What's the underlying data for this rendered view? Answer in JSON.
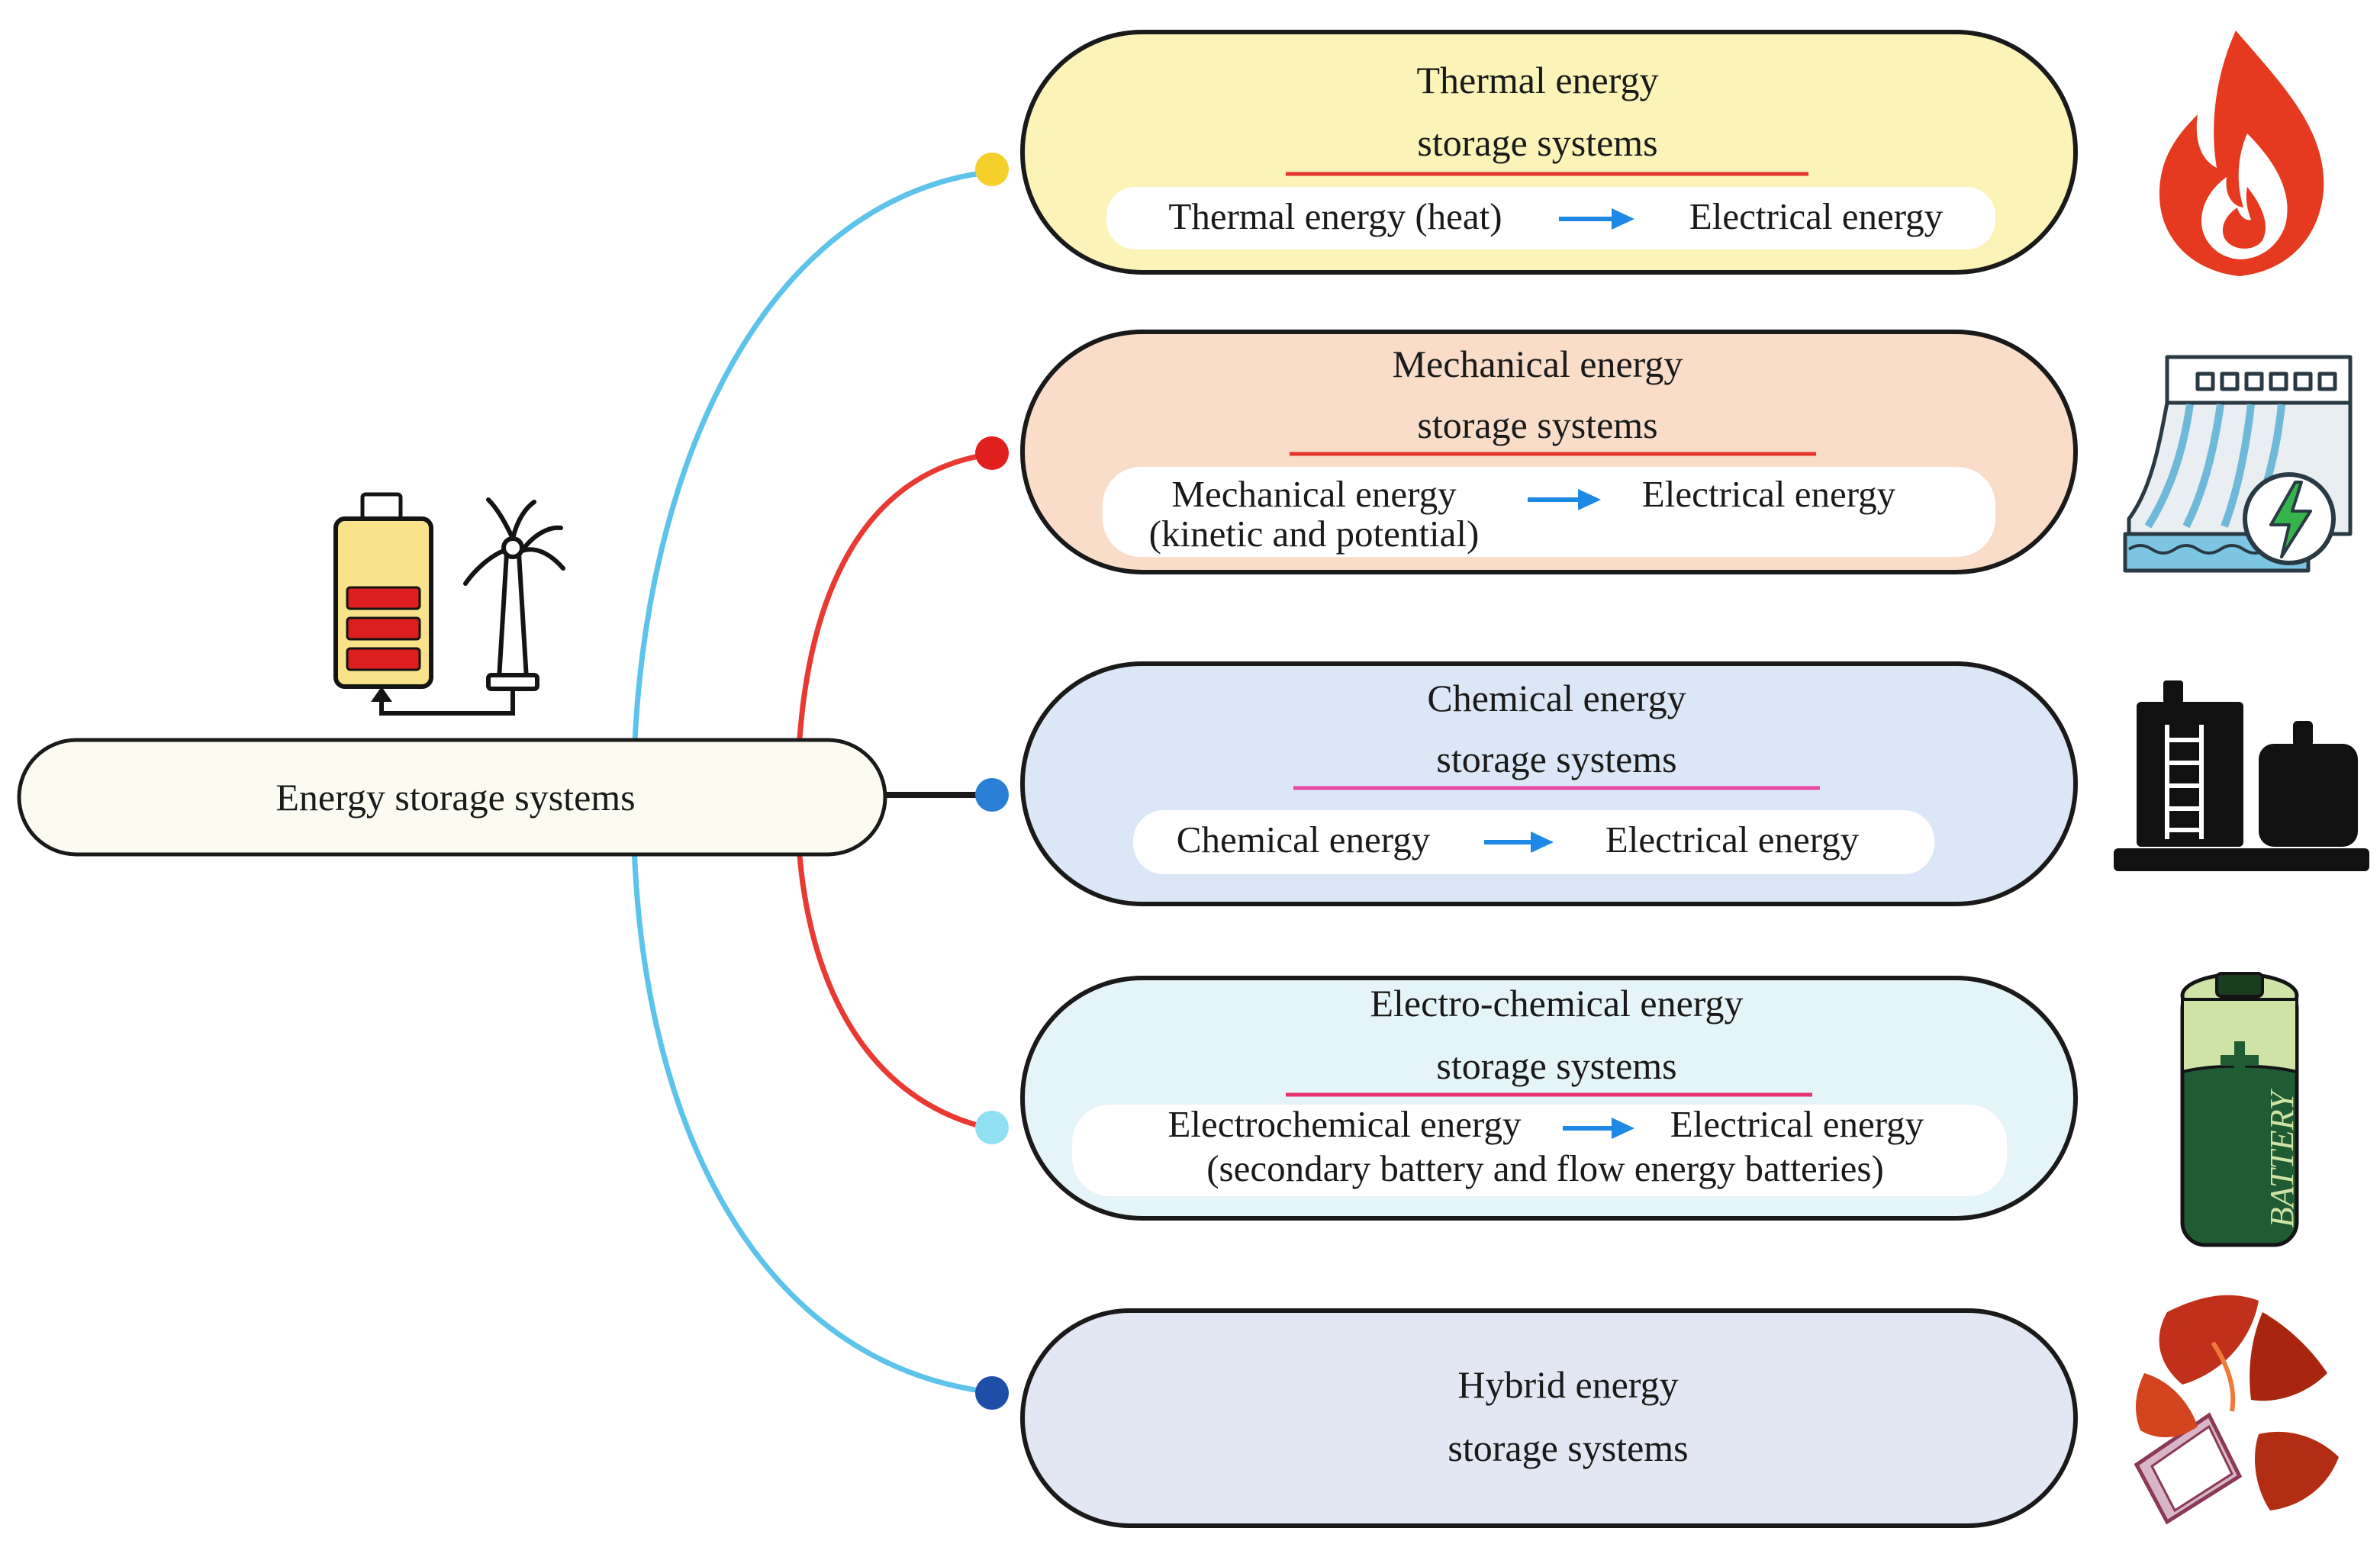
{
  "root": {
    "label": "Energy storage systems",
    "fill": "#fbfbf2"
  },
  "branches": [
    {
      "id": "thermal",
      "title_line1": "Thermal energy",
      "title_line2": "storage systems",
      "conversion": {
        "source": "Thermal energy (heat)",
        "source_line2": "",
        "target": "Electrical energy",
        "target_line2": ""
      },
      "fill": "#fbf3b8",
      "dot_color": "#f5cf2a",
      "connector_color": "#5ec3ea",
      "underline_color": "#e5352d",
      "icon": "flame-icon"
    },
    {
      "id": "mechanical",
      "title_line1": "Mechanical energy",
      "title_line2": "storage systems",
      "conversion": {
        "source": "Mechanical energy",
        "source_line2": "(kinetic and potential)",
        "target": "Electrical energy",
        "target_line2": ""
      },
      "fill": "#f9ddc8",
      "dot_color": "#e0201d",
      "connector_color": "#e83a32",
      "underline_color": "#e5352d",
      "icon": "hydropower-dam-icon"
    },
    {
      "id": "chemical",
      "title_line1": "Chemical energy",
      "title_line2": "storage systems",
      "conversion": {
        "source": "Chemical energy",
        "source_line2": "",
        "target": "Electrical energy",
        "target_line2": ""
      },
      "fill": "#dbe7f7",
      "dot_color": "#2a7fd4",
      "connector_color": "#1a1a1a",
      "underline_color": "#e84aa3",
      "icon": "storage-tanks-icon"
    },
    {
      "id": "electrochemical",
      "title_line1": "Electro-chemical energy",
      "title_line2": "storage systems",
      "conversion": {
        "source": "Electrochemical energy",
        "source_line2": "(secondary battery and flow energy batteries)",
        "target": "Electrical energy",
        "target_line2": ""
      },
      "fill": "#e5f4f8",
      "dot_color": "#8fe0f0",
      "connector_color": "#e83a32",
      "underline_color": "#e8336f",
      "icon": "battery-cell-icon"
    },
    {
      "id": "hybrid",
      "title_line1": "Hybrid energy",
      "title_line2": "storage systems",
      "conversion": null,
      "fill": "#e3e6f3",
      "dot_color": "#1e4ea8",
      "connector_color": "#5ec3ea",
      "underline_color": "",
      "icon": "hybrid-device-icon"
    }
  ],
  "illustrations": {
    "battery_label": "BATTERY",
    "colors": {
      "arrow": "#1e88e5",
      "outline": "#141414",
      "flame": "#e53a1f",
      "battery_green": "#1f5b33",
      "battery_top": "#cfe3a6",
      "level_red": "#dc1e1e",
      "level_yellow": "#f9e38a"
    }
  }
}
